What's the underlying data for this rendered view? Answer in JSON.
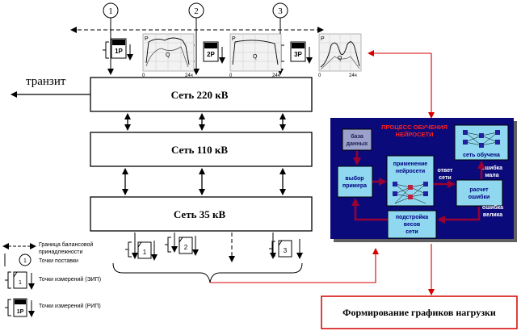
{
  "labels": {
    "transit": "транзит",
    "net220": "Сеть 220 кВ",
    "net110": "Сеть 110 кВ",
    "net35": "Сеть 35 кВ",
    "output_box": "Формирование графиков нагрузки"
  },
  "supply_points": [
    "1",
    "2",
    "3"
  ],
  "meters_top": [
    "1P",
    "2P",
    "3P"
  ],
  "meters_bottom": [
    "1",
    "2",
    "3"
  ],
  "chart_axis": {
    "zero": "0",
    "end": "24ч",
    "p": "P",
    "q": "Q"
  },
  "legend": {
    "boundary_line1": "Граница балансовой",
    "boundary_line2": "принадлежности",
    "supply_label": "Точки поставки",
    "supply_symbol": "1",
    "meter_i_label": "Точки измерений (ЭИП)",
    "meter_i_symbol": "1",
    "meter_r_label": "Точки измерений (РИП)",
    "meter_r_symbol": "1P"
  },
  "neuro": {
    "title_line1": "ПРОЦЕСС ОБУЧЕНИЯ",
    "title_line2": "НЕЙРОСЕТИ",
    "database_line1": "база",
    "database_line2": "данных",
    "select_line1": "выбор",
    "select_line2": "примера",
    "apply_line1": "применение",
    "apply_line2": "нейросети",
    "answer_line1": "ответ",
    "answer_line2": "сети",
    "trained": "сеть обучена",
    "err_small_line1": "ошибка",
    "err_small_line2": "мала",
    "calc_line1": "расчет",
    "calc_line2": "ошибки",
    "err_big_line1": "ошибка",
    "err_big_line2": "велика",
    "adjust_line1": "подстройка",
    "adjust_line2": "весов",
    "adjust_line3": "сети"
  },
  "colors": {
    "panel_bg": "#0a0a7a",
    "node_bg": "#8fd8f0",
    "flow_arrow": "#990033",
    "link_red": "#d40000",
    "title_red": "#ff2020"
  }
}
